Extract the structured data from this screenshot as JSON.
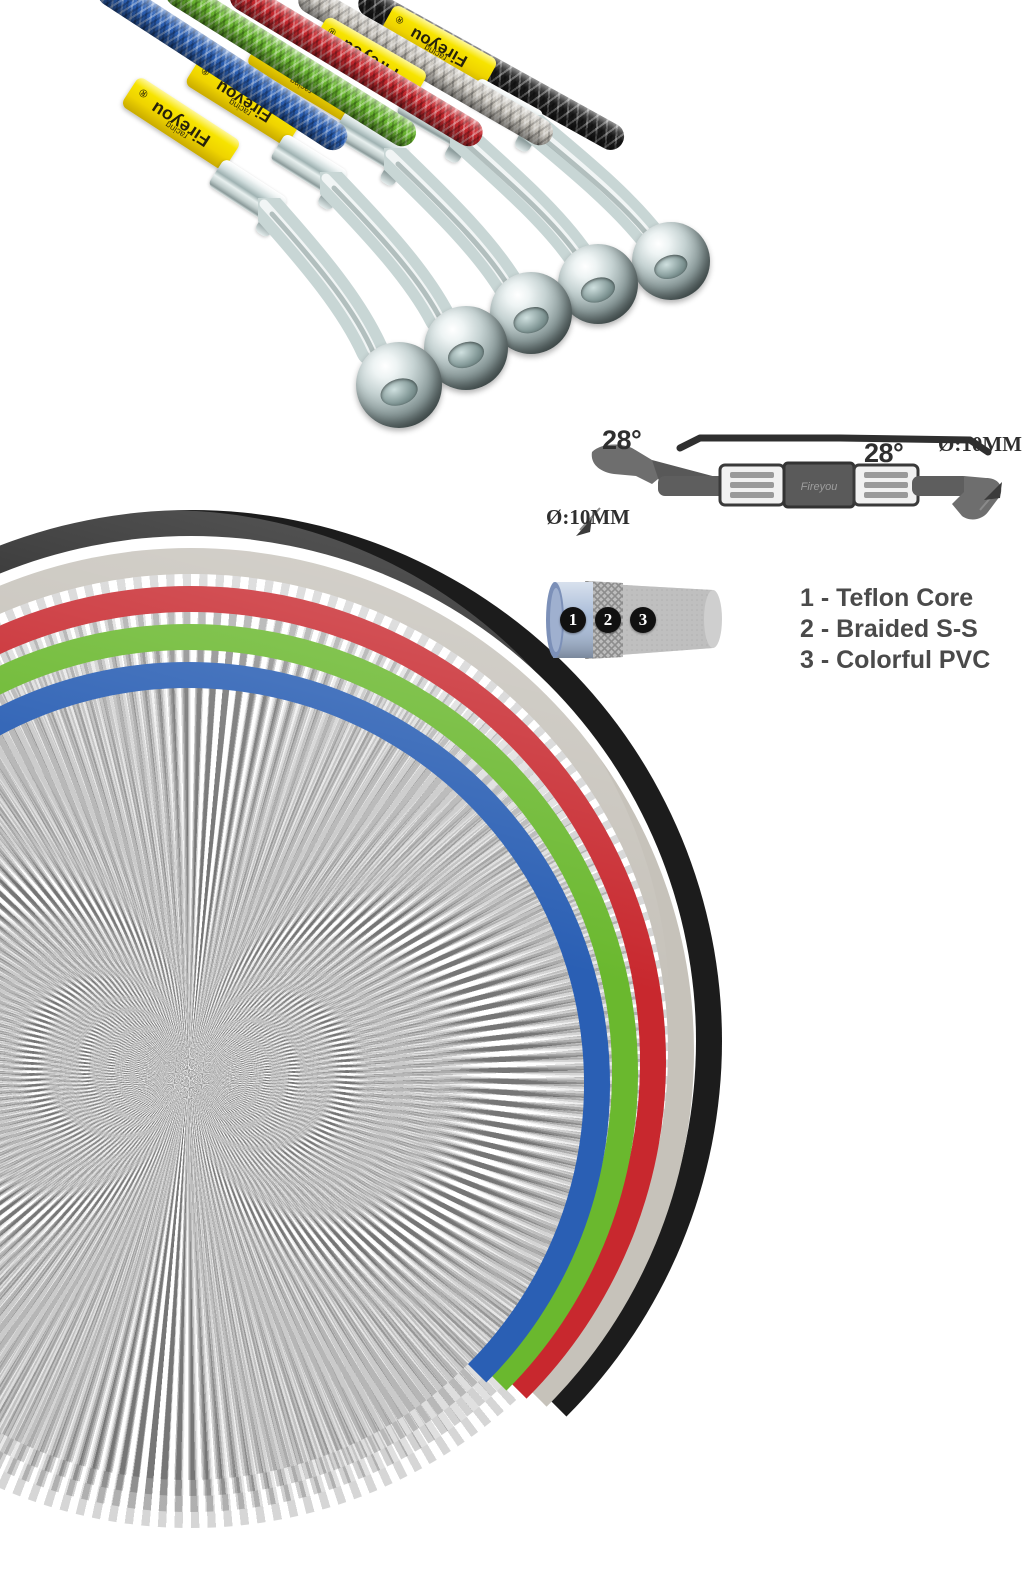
{
  "product": {
    "brand": "Fireyou",
    "brand_sub": "racing",
    "brand_mark": "®"
  },
  "colors": {
    "blue": "#2a5fb4",
    "green": "#6ab82e",
    "red": "#c8282e",
    "silver": "#c6c2ba",
    "black": "#1c1c1c",
    "yellow_label": "#f5e000",
    "label_text": "#26210c",
    "diagram_gray": "#6e6e6e",
    "legend_text": "#4a4a4a",
    "teflon_core": "#8ea2c8",
    "background": "#ffffff"
  },
  "top_bundle": {
    "hoses": [
      {
        "name": "blue-hose",
        "color_key": "blue"
      },
      {
        "name": "green-hose",
        "color_key": "green"
      },
      {
        "name": "red-hose",
        "color_key": "red"
      },
      {
        "name": "silver-hose",
        "color_key": "silver"
      },
      {
        "name": "black-hose",
        "color_key": "black"
      }
    ]
  },
  "coil": {
    "hoses": [
      {
        "name": "black-coil",
        "color_key": "black"
      },
      {
        "name": "silver-coil",
        "color_key": "silver"
      },
      {
        "name": "red-coil",
        "color_key": "red"
      },
      {
        "name": "green-coil",
        "color_key": "green"
      },
      {
        "name": "blue-coil",
        "color_key": "blue"
      }
    ]
  },
  "fitting_diagram": {
    "angle_left": "28°",
    "angle_right": "28°",
    "diameter_left": "Ø:10MM",
    "diameter_right": "Ø:10MM"
  },
  "cutaway": {
    "badges": [
      "1",
      "2",
      "3"
    ]
  },
  "legend": {
    "rows": [
      "1 - Teflon Core",
      "2 - Braided S-S",
      "3 - Colorful PVC"
    ]
  }
}
